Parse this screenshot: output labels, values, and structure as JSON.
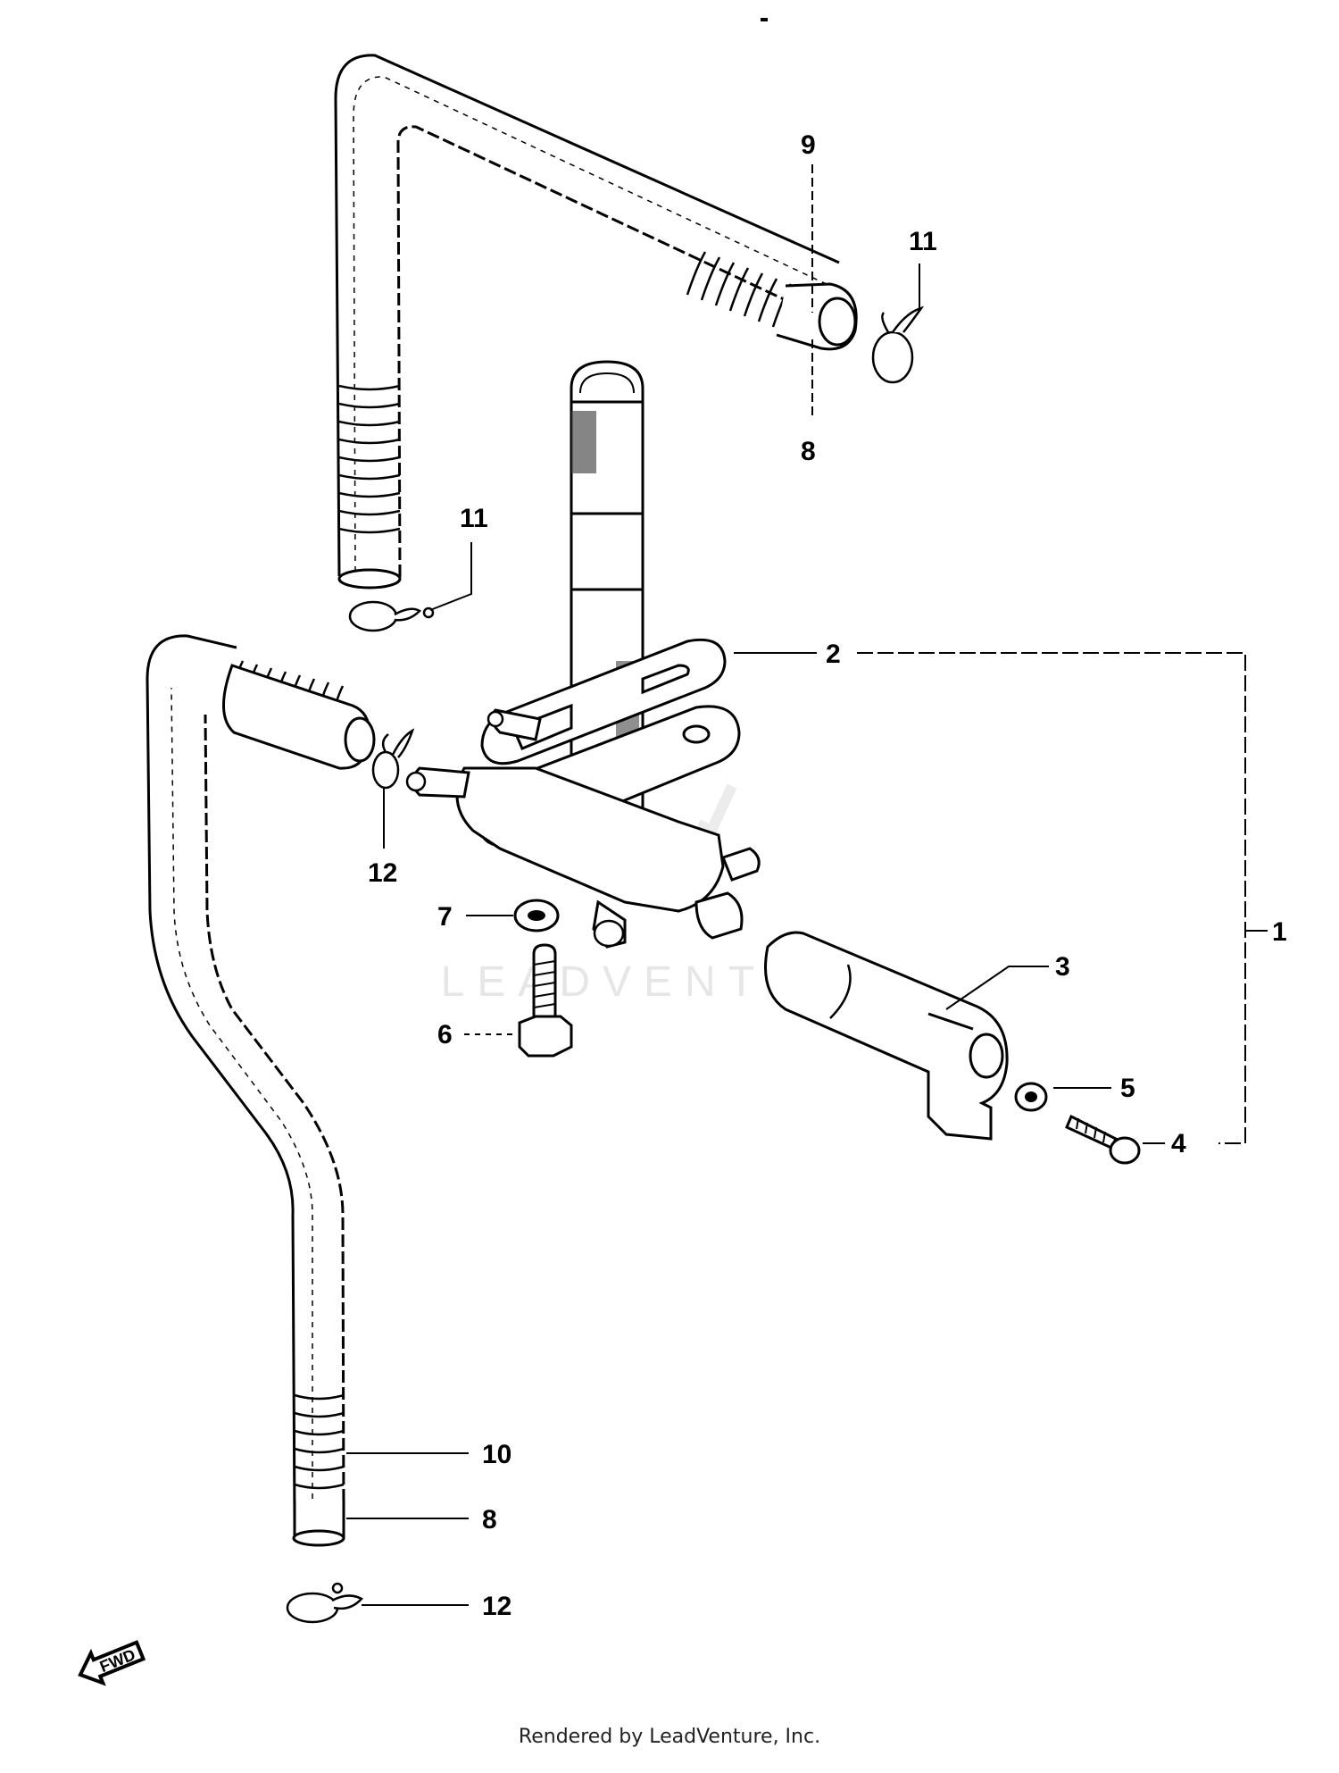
{
  "callouts": {
    "c1": "1",
    "c2": "2",
    "c3": "3",
    "c4": "4",
    "c5": "5",
    "c6": "6",
    "c7": "7",
    "c8_top": "8",
    "c8_bottom": "8",
    "c9": "9",
    "c10": "10",
    "c11_right": "11",
    "c11_left": "11",
    "c12_upper": "12",
    "c12_lower": "12"
  },
  "watermark": "LEADVENTURE",
  "direction_badge": "FWD",
  "footer_text": "Rendered by LeadVenture, Inc."
}
